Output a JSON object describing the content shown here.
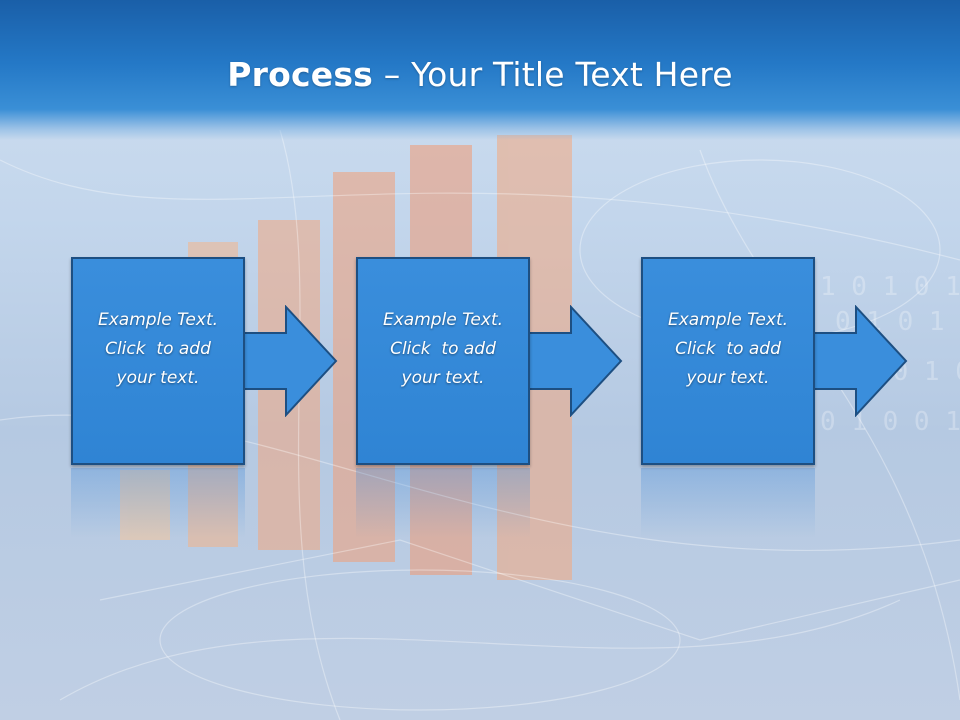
{
  "slide": {
    "title_bold": "Process",
    "title_rest": " – Your Title Text Here"
  },
  "steps": [
    {
      "line1": "Example Text.",
      "line2": "Click  to add",
      "line3": "your text."
    },
    {
      "line1": "Example Text.",
      "line2": "Click  to add",
      "line3": "your text."
    },
    {
      "line1": "Example Text.",
      "line2": "Click  to add",
      "line3": "your text."
    }
  ],
  "colors": {
    "title_bar": "#2478c6",
    "step_fill": "#3a8edc",
    "step_border": "#1d4f82",
    "background": "#c3d6ec",
    "decorative_bars": "#f2a37a"
  }
}
